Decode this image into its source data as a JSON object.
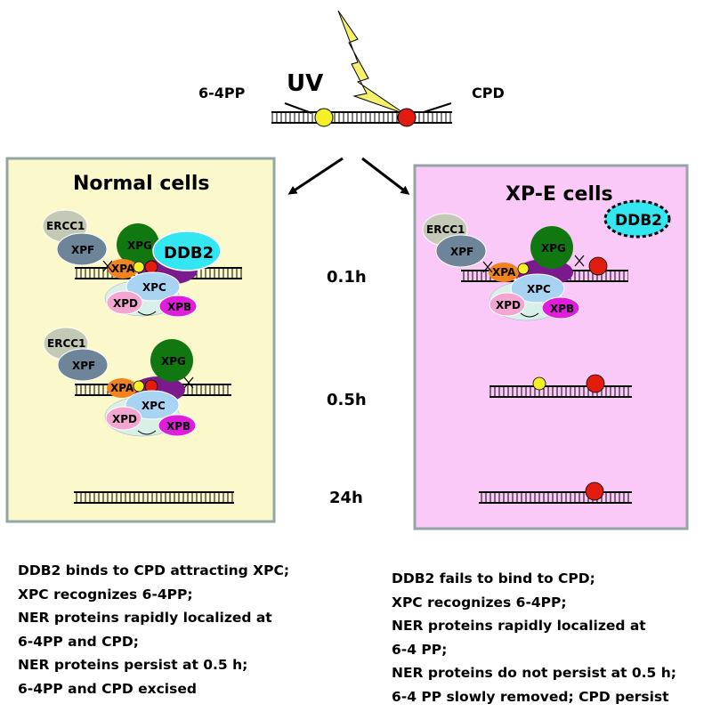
{
  "top": {
    "uv": "UV",
    "lesion_left": "6-4PP",
    "lesion_right": "CPD"
  },
  "panels": {
    "normal": {
      "title": "Normal cells",
      "bg": "#fbf8cc"
    },
    "xpe": {
      "title": "XP-E cells",
      "bg": "#fbc9f8"
    }
  },
  "times": [
    "0.1h",
    "0.5h",
    "24h"
  ],
  "proteins": {
    "ercc1": "ERCC1",
    "xpf": "XPF",
    "xpg": "XPG",
    "ddb2": "DDB2",
    "xpa": "XPA",
    "xpc": "XPC",
    "xpd": "XPD",
    "xpb": "XPB"
  },
  "colors": {
    "frame": "#95a5a6",
    "ercc1": "#c3c9b4",
    "xpf": "#6d8499",
    "xpg": "#117711",
    "ddb2": "#33e6f0",
    "xpa": "#f2831f",
    "xpc": "#a9d3f3",
    "xpd": "#f3a6d2",
    "xpb": "#e11ddc",
    "purple": "#7a1a8c",
    "lesion_6_4pp": "#f4ef26",
    "lesion_cpd": "#e11b0e",
    "bolt": "#f6f06b"
  },
  "captions": {
    "normal": [
      "DDB2 binds to CPD attracting XPC;",
      "XPC recognizes 6-4PP;",
      "NER proteins rapidly localized at",
      "6-4PP and CPD;",
      "NER proteins persist at 0.5 h;",
      "6-4PP and CPD excised"
    ],
    "xpe": [
      "DDB2 fails to bind to  CPD;",
      "XPC recognizes 6-4PP;",
      "NER proteins rapidly localized at",
      "6-4 PP;",
      "NER proteins do not persist at 0.5 h;",
      "6-4 PP slowly removed; CPD persist"
    ]
  }
}
